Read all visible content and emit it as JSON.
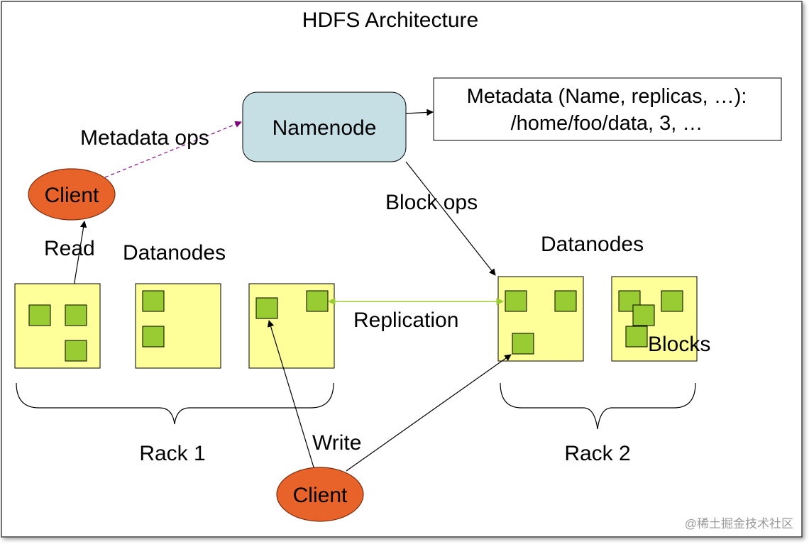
{
  "diagram": {
    "title": "HDFS Architecture",
    "namenode": {
      "label": "Namenode"
    },
    "metadata_box": {
      "line1": "Metadata (Name, replicas, …):",
      "line2": "/home/foo/data, 3, …"
    },
    "labels": {
      "metadata_ops": "Metadata ops",
      "block_ops": "Block ops",
      "read": "Read",
      "write": "Write",
      "replication": "Replication",
      "datanodes_left": "Datanodes",
      "datanodes_right": "Datanodes",
      "blocks": "Blocks",
      "rack1": "Rack 1",
      "rack2": "Rack 2"
    },
    "clients": [
      {
        "label": "Client"
      },
      {
        "label": "Client"
      }
    ],
    "watermark": "@稀土掘金技术社区"
  },
  "colors": {
    "datanode_fill": "#ffff99",
    "block_fill": "#99cc33",
    "client_fill": "#e8632a",
    "namenode_fill": "#c6dfe5",
    "metadata_arrow": "#800080",
    "replication_arrow": "#99cc33"
  }
}
